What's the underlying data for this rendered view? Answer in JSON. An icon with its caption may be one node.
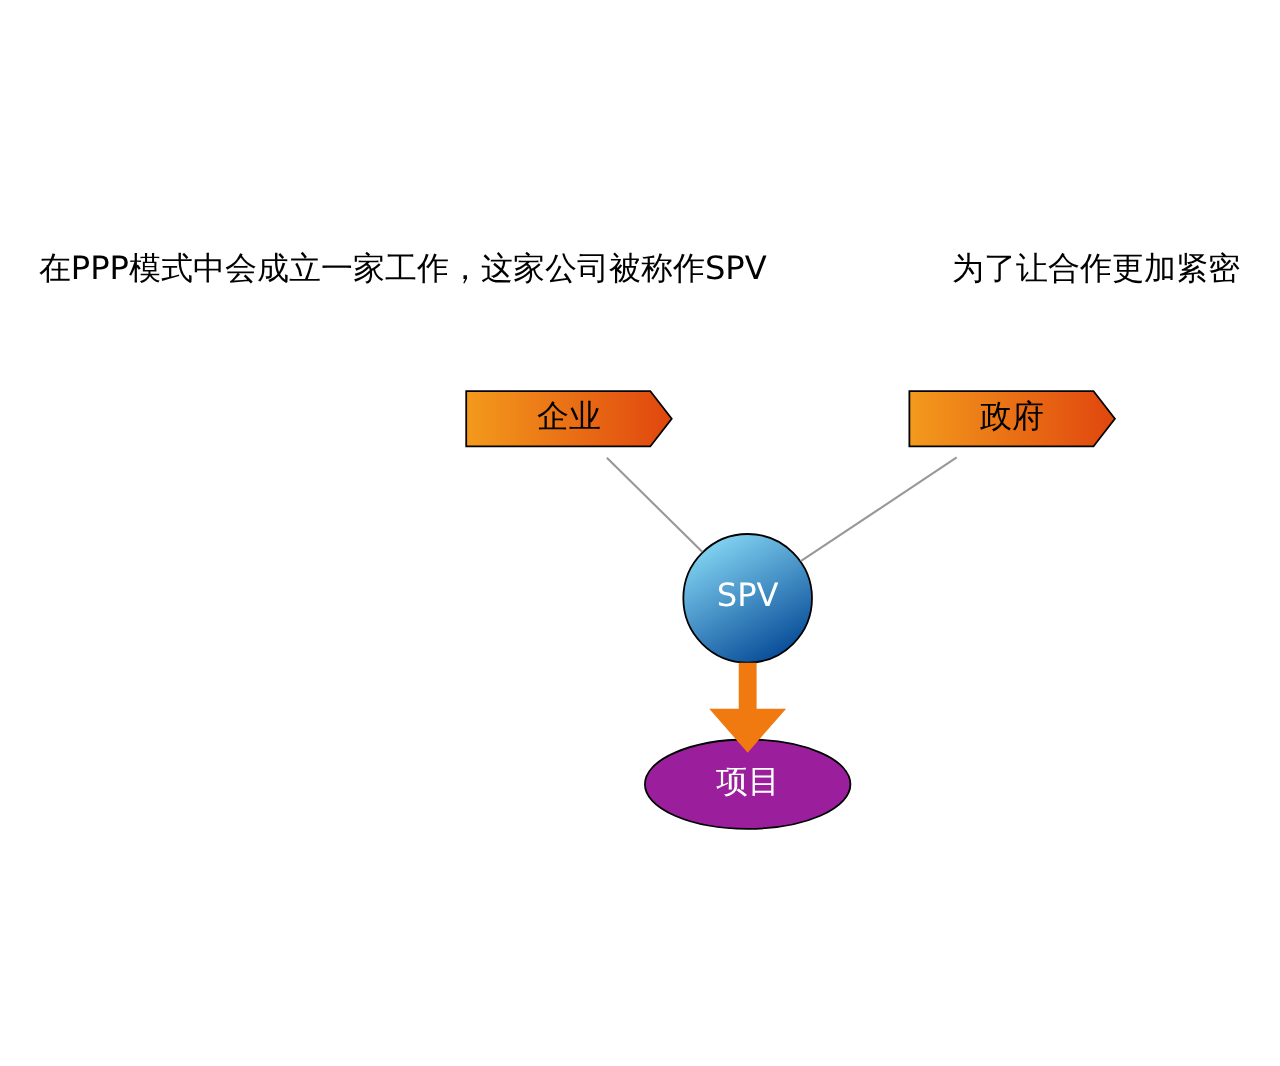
{
  "diagram": {
    "nodes": [
      {
        "text": [
          "政府"
        ]
      },
      {
        "text": [
          "企业"
        ]
      },
      {
        "text": [
          "SPV"
        ]
      },
      {
        "text": [
          "项目"
        ]
      }
    ],
    "edges": [
      {
        "from": 0,
        "to": 2,
        "arrow": "none"
      },
      {
        "from": 1,
        "to": 2,
        "arrow": "none"
      },
      {
        "from": 2,
        "to": 3,
        "arrow": "to",
        "style": "thick",
        "color": "#f07a10"
      }
    ],
    "labels": [
      "为了让合作更加紧密",
      "在PPP模式中会成立一家工作，这家公司被称作SPV"
    ]
  }
}
